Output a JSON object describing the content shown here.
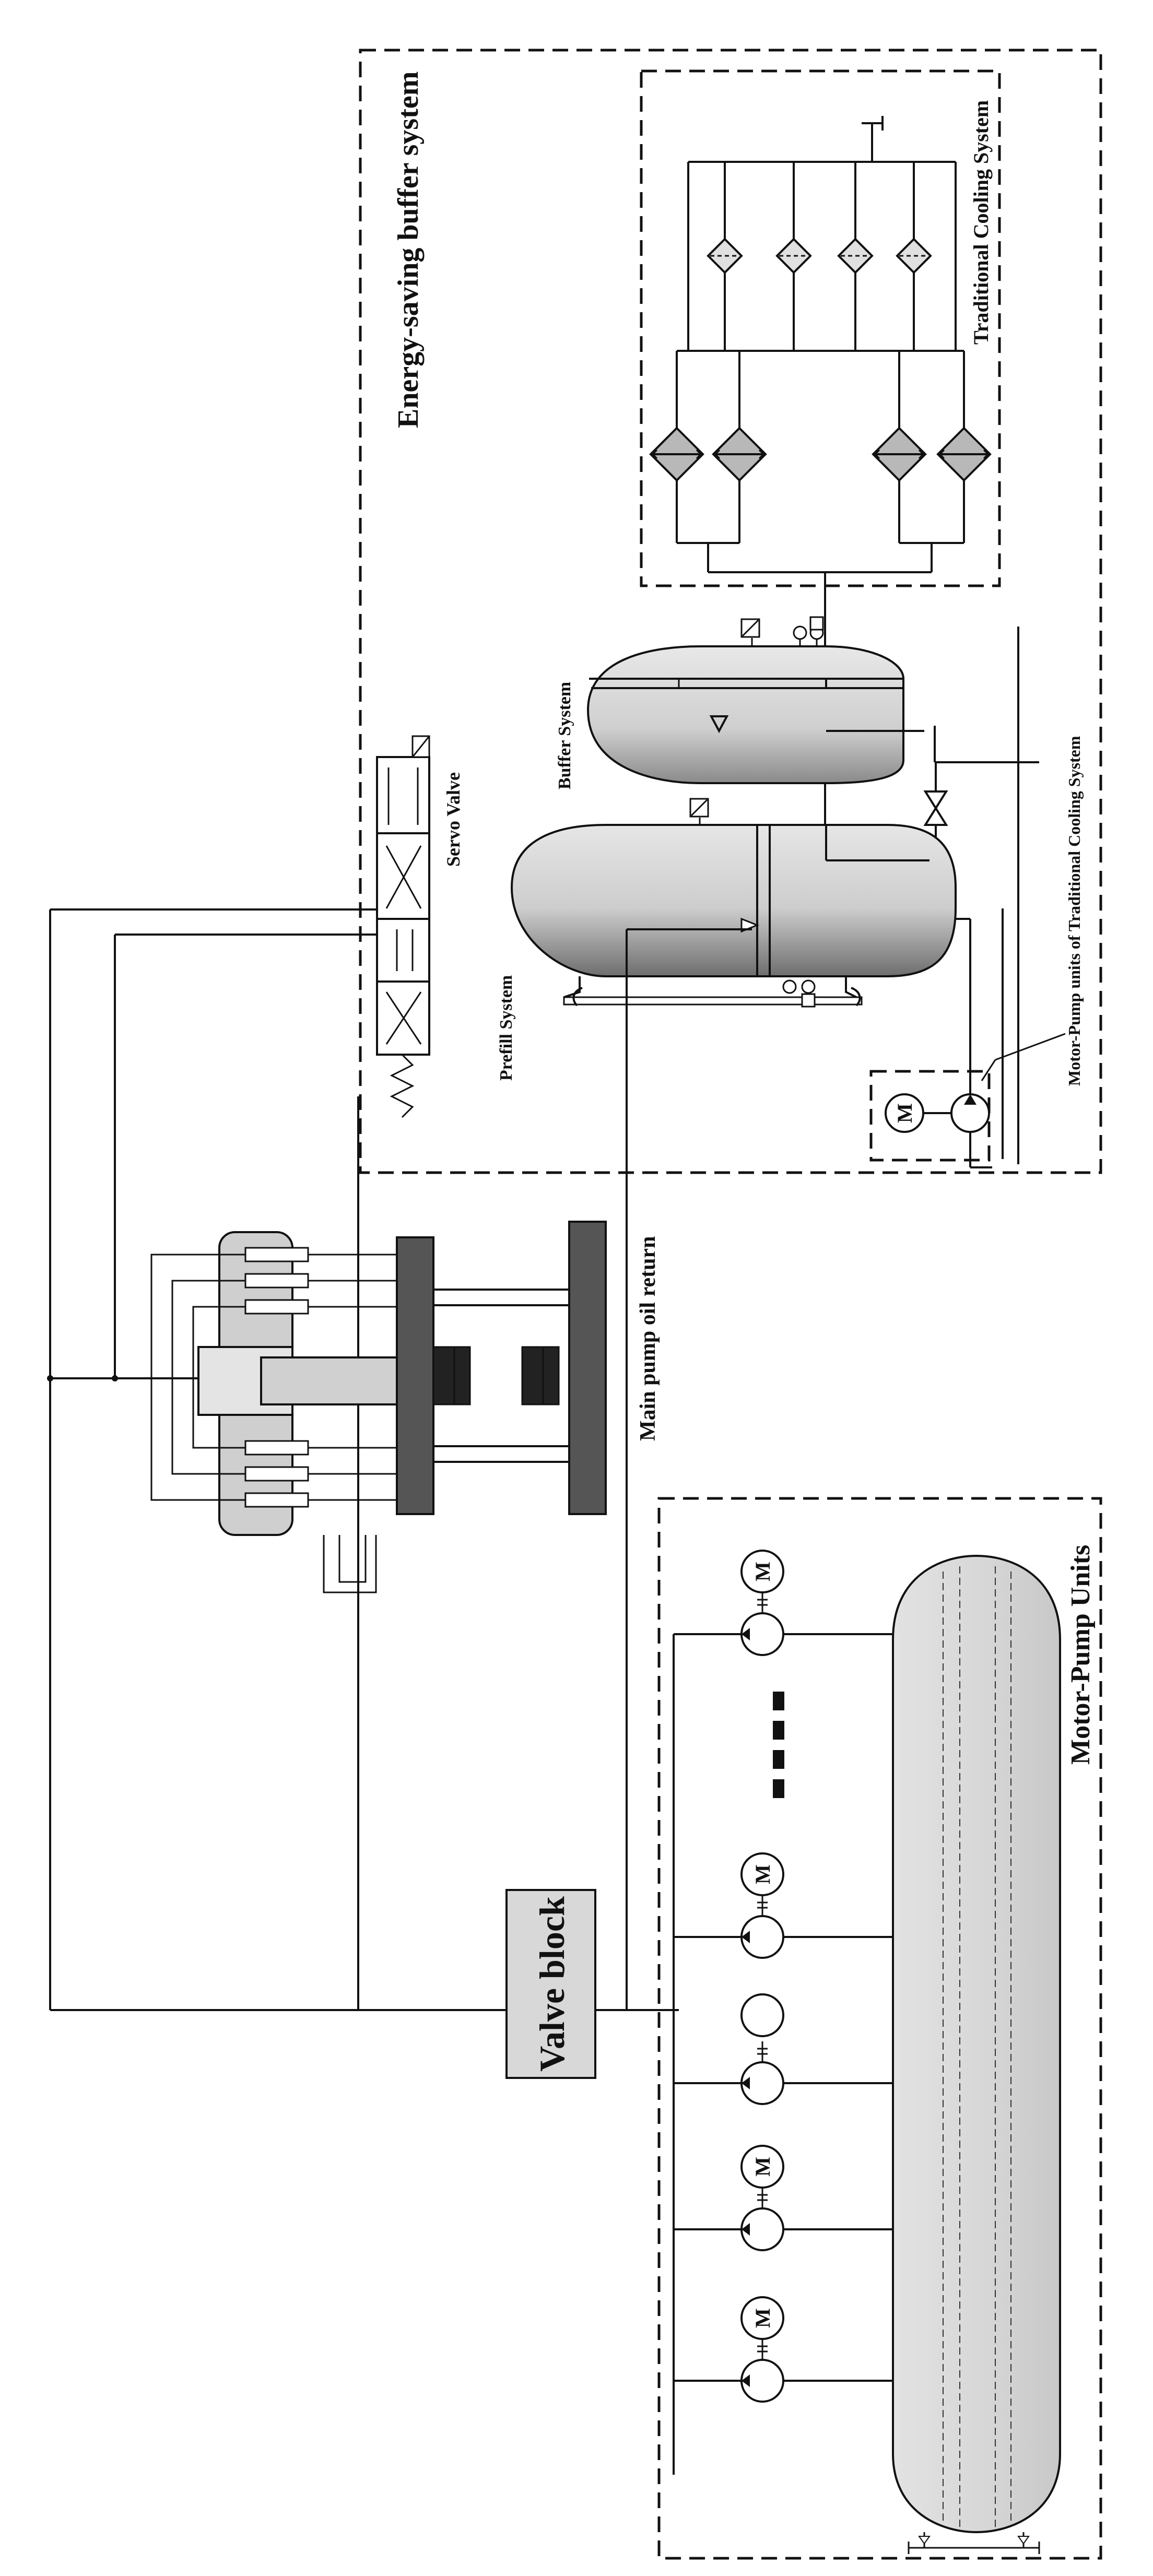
{
  "diagram": {
    "labels": {
      "energy_saving_buffer_system": "Energy-saving buffer system",
      "traditional_cooling_system": "Traditional Cooling System",
      "buffer_system": "Buffer System",
      "servo_valve": "Servo Valve",
      "prefill_system": "Prefill System",
      "motor_pump_traditional": "Motor-Pump units of Traditional Cooling System",
      "main_pump_oil_return": "Main pump oil return",
      "motor_pump_units": "Motor-Pump Units",
      "valve_block": "Valve block",
      "motor": "M"
    },
    "colors": {
      "line": "#111111",
      "tank_fill": "#d6d6d6",
      "tank_dark": "#6e6e6e",
      "valve_block_fill": "#d8d8d8",
      "press_fill": "#cfcfcf",
      "press_dark": "#555555",
      "cooler_fill": "#b8b8b8",
      "block": "#222222"
    }
  }
}
